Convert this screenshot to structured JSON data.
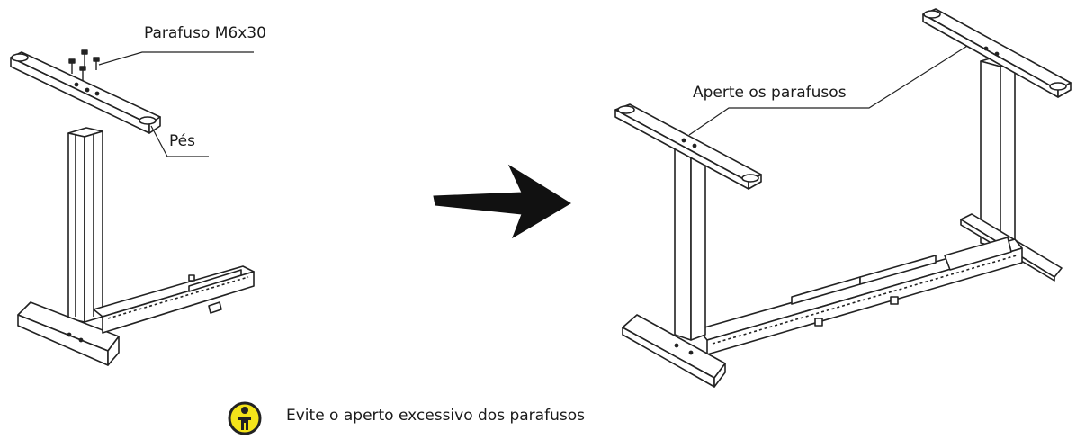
{
  "labels": {
    "screw": "Parafuso M6x30",
    "feet": "Pés",
    "tighten": "Aperte os parafusos"
  },
  "note": {
    "text": "Evite o aperto excessivo dos parafusos",
    "icon": "caution-person-icon",
    "icon_colors": {
      "fill": "#f4e41a",
      "outline": "#222222"
    }
  },
  "arrow": {
    "icon": "right-arrow-icon",
    "color": "#111111"
  },
  "line_color": "#222222"
}
